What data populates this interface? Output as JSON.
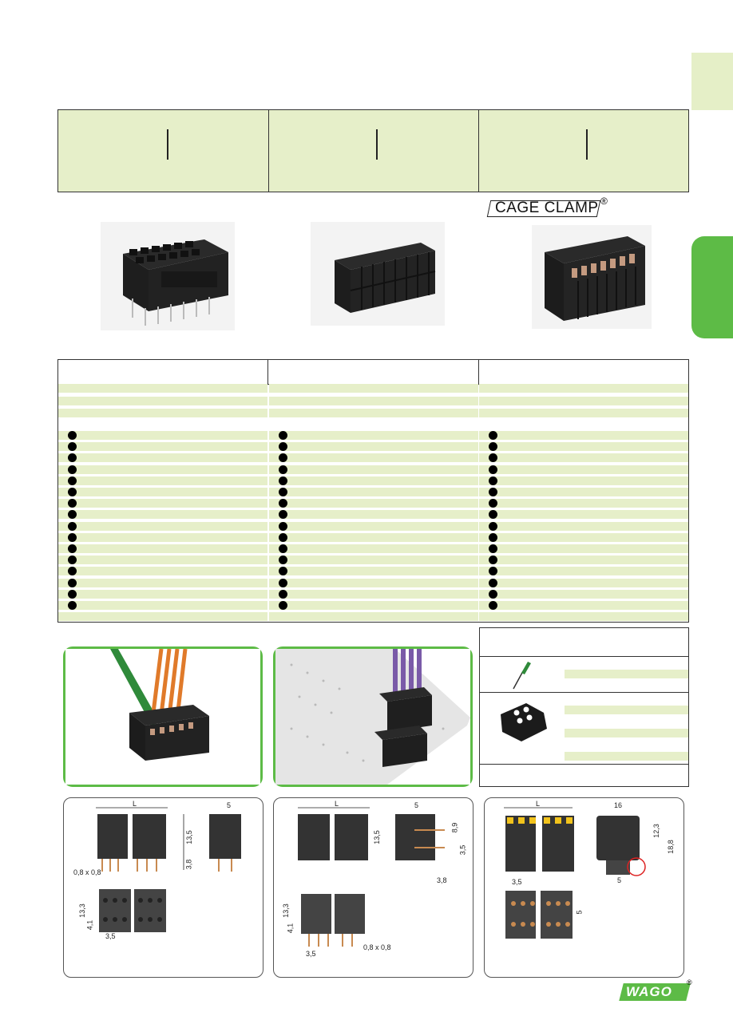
{
  "brand": {
    "logo_text": "WAGO",
    "registered": "®"
  },
  "cage_clamp": {
    "label": "CAGE CLAMP",
    "mark": "®"
  },
  "dimensions": {
    "d1": {
      "length": "L",
      "height": "13,5",
      "pin_height": "3,8",
      "pin_size": "0,8 x 0,8",
      "width": "5",
      "depth": "13,3",
      "row_offset": "4,1",
      "pitch": "3,5"
    },
    "d2": {
      "length": "L",
      "height": "13,5",
      "width": "5",
      "h1": "8,9",
      "h2": "3,5",
      "pin_height": "3,8",
      "depth": "13,3",
      "row_offset": "4,1",
      "pitch": "3,5",
      "pin_size": "0,8 x 0,8"
    },
    "d3": {
      "length": "L",
      "width": "16",
      "h1": "12,3",
      "h2": "18,8",
      "foot": "5",
      "pitch": "3,5",
      "row_offset": "5"
    }
  },
  "colors": {
    "accent_green": "#5dbb46",
    "row_tint": "#e6efc9",
    "tab_light": "#e5efc7"
  }
}
